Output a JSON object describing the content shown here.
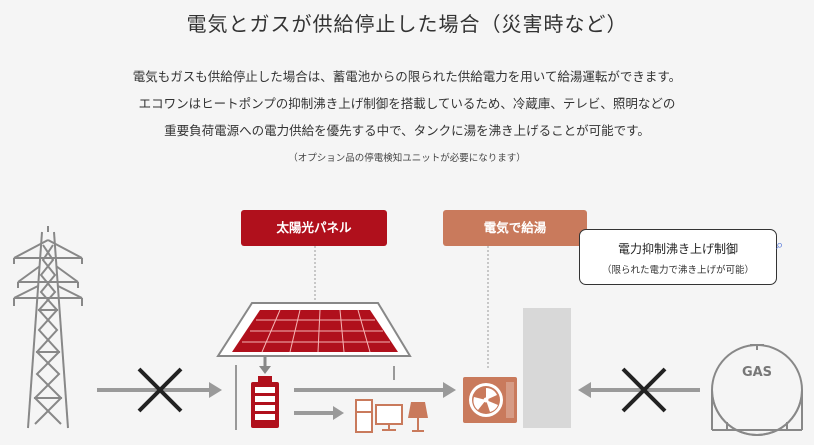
{
  "title": "電気とガスが供給停止した場合（災害時など）",
  "description": [
    "電気もガスも供給停止した場合は、蓄電池からの限られた供給電力を用いて給湯運転ができます。",
    "エコワンはヒートポンプの抑制沸き上げ制御を搭載しているため、冷蔵庫、テレビ、照明などの",
    "重要負荷電源への電力供給を優先する中で、タンクに湯を沸き上げることが可能です。"
  ],
  "note": "（オプション品の停電検知ユニットが必要になります）",
  "labels": {
    "solar_panel": "太陽光パネル",
    "electric_hot_water": "電気で給湯",
    "gas_tank": "GAS"
  },
  "callout": {
    "title": "電力抑制沸き上げ制御",
    "subtitle": "（限られた電力で沸き上げが可能）"
  },
  "colors": {
    "red": "#b0101c",
    "terracotta": "#c97a5c",
    "gray": "#9a9a9a",
    "light_gray": "#d8d8d8",
    "icon_gray": "#888888",
    "dark": "#222222"
  },
  "icons": [
    "power-tower-icon",
    "cross-icon",
    "solar-panel-icon",
    "battery-icon",
    "appliances-icon",
    "heat-pump-icon",
    "tank-icon",
    "gas-holder-icon"
  ]
}
